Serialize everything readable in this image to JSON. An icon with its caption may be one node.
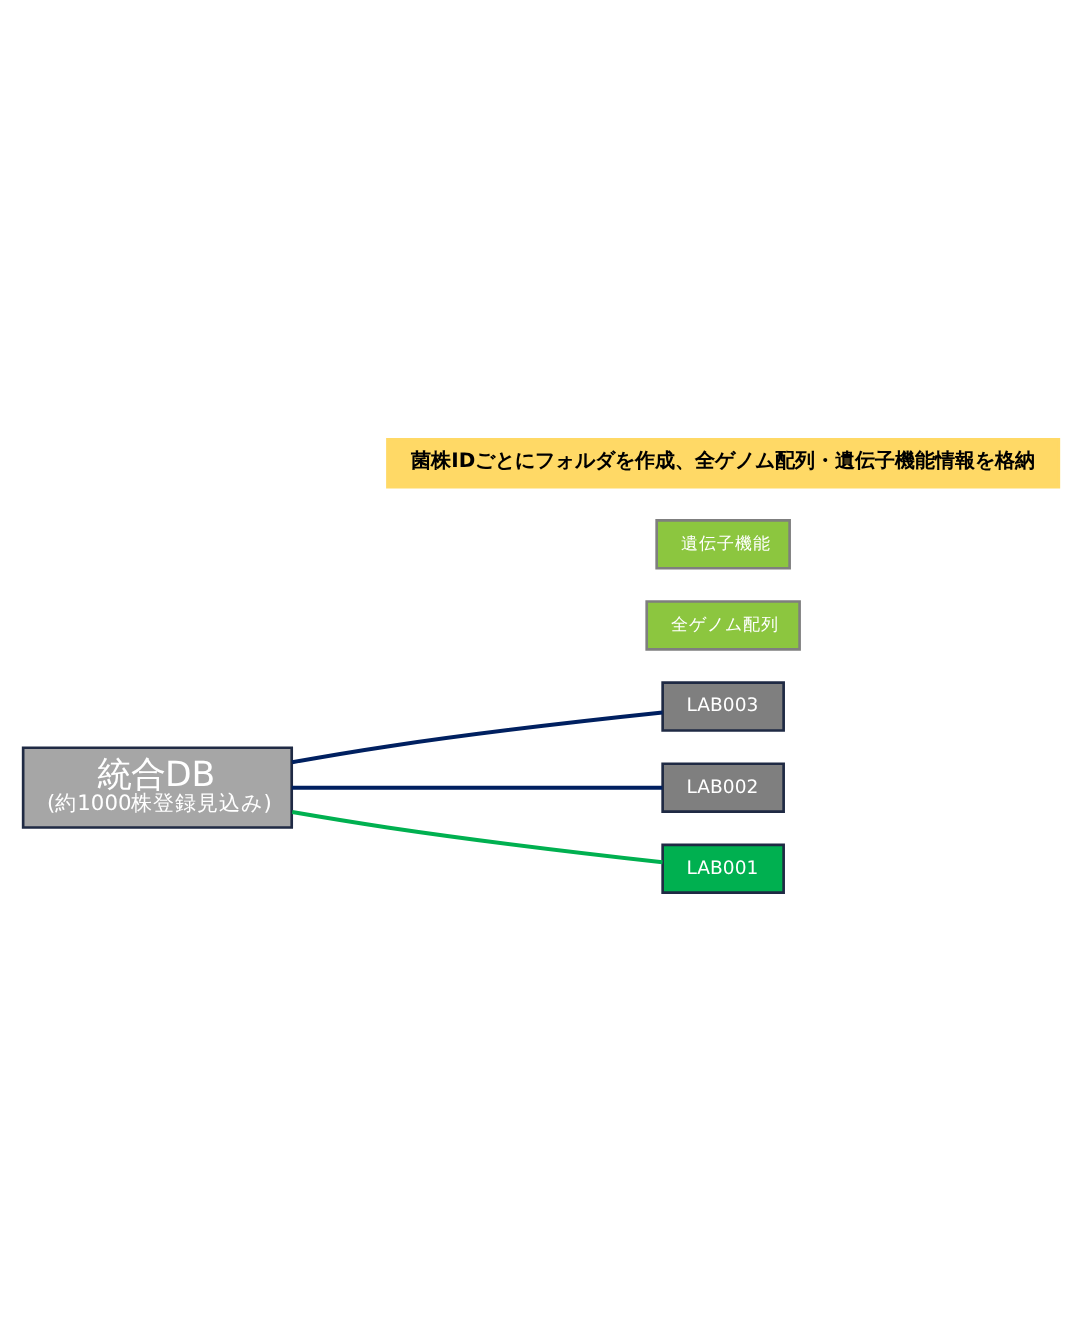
{
  "diagram": {
    "nodes": [
      {
        "text": [
          "統合DB",
          "(約1000株登録見込み)"
        ]
      },
      {
        "text": [
          "LAB003"
        ]
      },
      {
        "text": [
          "LAB002"
        ]
      },
      {
        "text": [
          "LAB001"
        ]
      },
      {
        "text": [
          "全ゲノム配列"
        ]
      },
      {
        "text": [
          "遺伝子機能"
        ]
      },
      {
        "text": [
          "菌株IDごとにフォルダを作成、全ゲノム配列・遺伝子機能情報を格納"
        ]
      }
    ],
    "edges": [
      {
        "from": 0,
        "to": 1,
        "arrow": "none"
      },
      {
        "from": 0,
        "to": 2,
        "arrow": "none"
      },
      {
        "from": 0,
        "to": 3,
        "arrow": "none",
        "color": "#00b050"
      }
    ]
  }
}
